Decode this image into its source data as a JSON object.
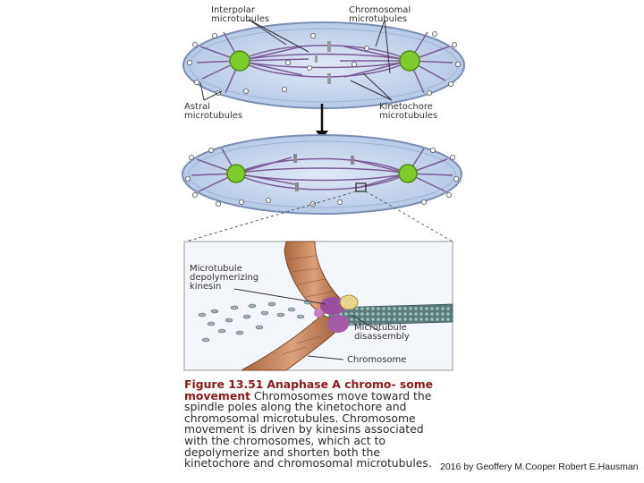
{
  "labels": {
    "interpolar": "Interpolar\nmicrotubules",
    "chromosomal": "Chromosomal\nmicrotubules",
    "astral": "Astral\nmicrotubules",
    "kinetochore": "Kinetochore\nmicrotubules",
    "kinesin": "Microtubule\ndepolymerizing\nkinesin",
    "disassembly": "Microtubule\ndisassembly",
    "chromosome": "Chromosome"
  },
  "caption": {
    "figure_number": "Figure 13.51",
    "title": "Anaphase A chromo-\nsome movement",
    "body": "Chromosomes move toward the spindle poles along the kinetochore and chromosomal microtubules. Chromosome movement is driven by kinesins associated with the chromosomes, which act to depolymerize and shorten both the kinetochore and chromosomal microtubules."
  },
  "credit": "2016 by Geoffery M.Cooper Robert E.Hausman",
  "colors": {
    "cell_fill": "#c9d8ee",
    "cell_stroke": "#7a8fb3",
    "centrosome": "#7ecb2c",
    "microtubule": "#7d5a96",
    "chromosome": "#c98a5c",
    "kinesin": "#9a4fa0",
    "caption_title": "#8a1a1a"
  }
}
